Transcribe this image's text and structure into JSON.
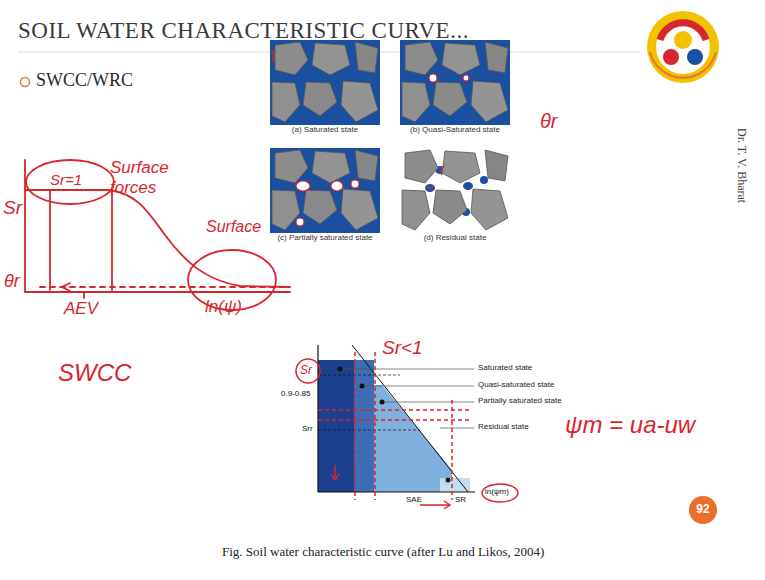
{
  "diagram": {
    "title": "SOIL WATER CHARACTERISTIC CURVE...",
    "caption": "Fig. Soil water characteristic curve (after Lu and Likos, 2004)",
    "nodes": [
      {
        "text": [
          "(a) Saturated state"
        ]
      },
      {
        "text": [
          "(b) Quasi-Saturated state"
        ]
      },
      {
        "text": [
          "(c) Partially saturated state"
        ]
      },
      {
        "text": [
          "(d) Residual state"
        ]
      },
      {
        "text": [
          "92"
        ]
      }
    ],
    "labels": [
      "SWCC/WRC",
      "Dr. T. V. Bharat",
      "Sr",
      "Sr=1",
      "Surface forces",
      "Surface",
      "θr",
      "AEV",
      "ln(ψ)",
      "SWCC",
      "θr",
      "Sr",
      "Sr<1",
      "ψm = ua-uw",
      "0.9-0.85",
      "Srr",
      "SAE",
      "SR",
      "ln(ψm)",
      "Saturated state",
      "Quasi-saturated state",
      "Partially saturated state",
      "Residual state"
    ]
  }
}
